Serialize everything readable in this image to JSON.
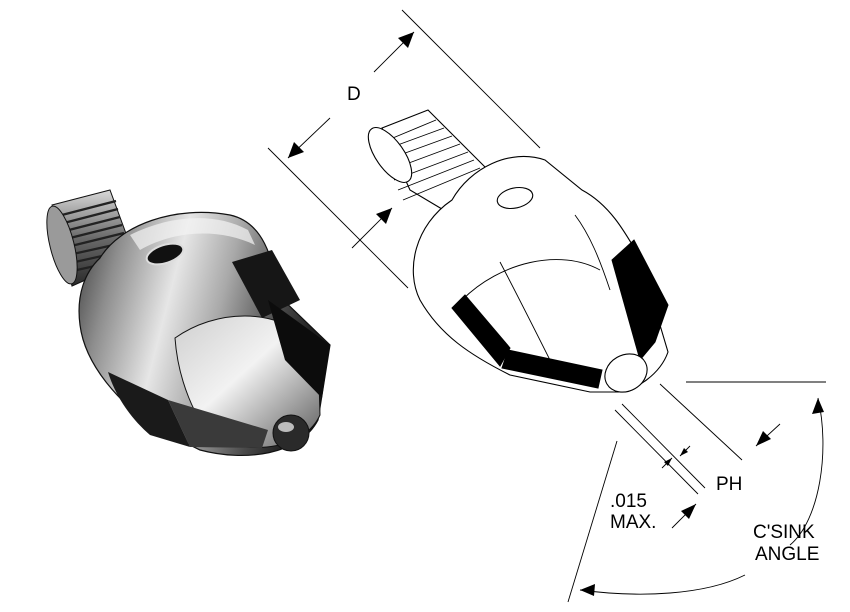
{
  "labels": {
    "diameter": "D",
    "pilot_height": "PH",
    "max_value": ".015",
    "max_unit": "MAX.",
    "csink_line1": "C'SINK",
    "csink_line2": "ANGLE"
  },
  "colors": {
    "ink": "#000000",
    "paper": "#ffffff"
  }
}
